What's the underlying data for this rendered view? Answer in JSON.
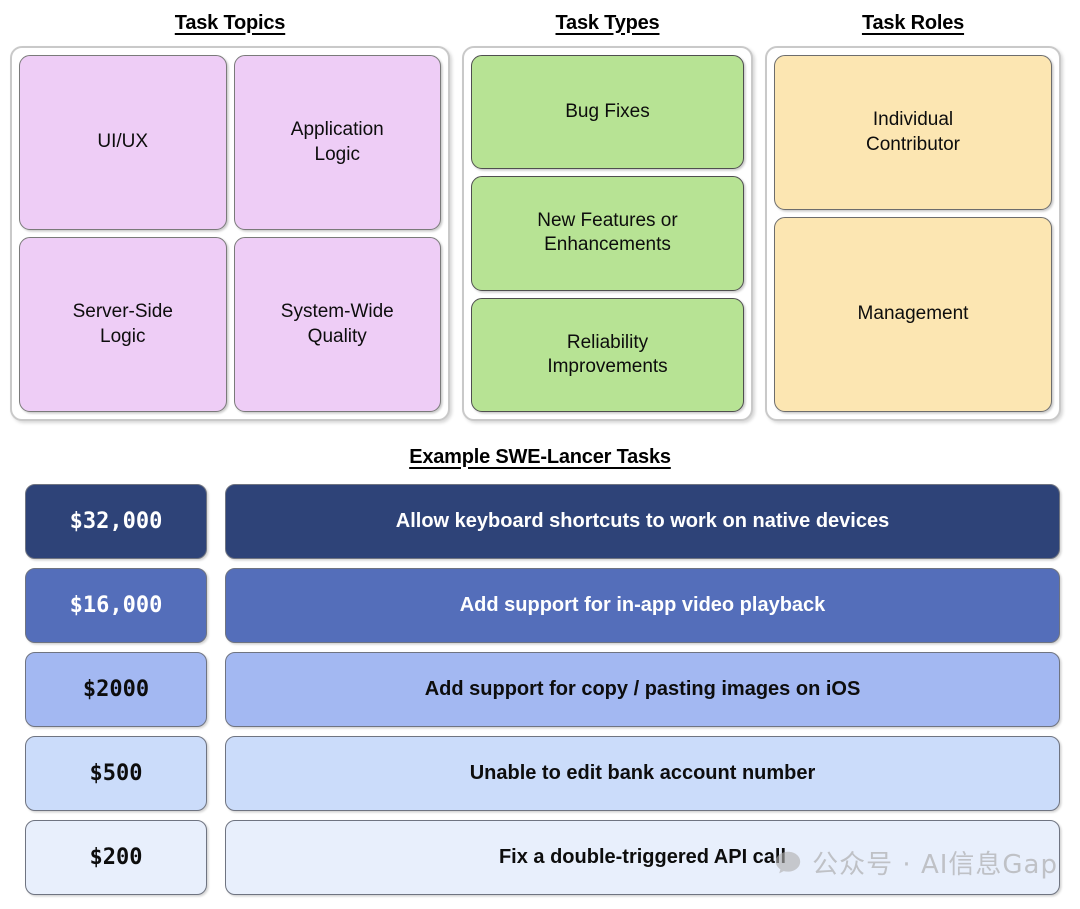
{
  "sections": {
    "topics": {
      "title": "Task Topics",
      "accent": "#eecdf6",
      "cards": [
        {
          "label": "UI/UX"
        },
        {
          "label": "Application\nLogic"
        },
        {
          "label": "Server-Side\nLogic"
        },
        {
          "label": "System-Wide\nQuality"
        }
      ]
    },
    "types": {
      "title": "Task Types",
      "accent": "#b7e394",
      "cards": [
        {
          "label": "Bug Fixes"
        },
        {
          "label": "New Features or\nEnhancements"
        },
        {
          "label": "Reliability\nImprovements"
        }
      ]
    },
    "roles": {
      "title": "Task Roles",
      "accent": "#fce6b2",
      "cards": [
        {
          "label": "Individual\nContributor"
        },
        {
          "label": "Management"
        }
      ]
    }
  },
  "examples": {
    "title": "Example SWE-Lancer Tasks",
    "rows": [
      {
        "price": "$32,000",
        "task": "Allow keyboard shortcuts to work on native devices",
        "price_bg": "#2e4378",
        "price_fg": "#ffffff",
        "task_bg": "#2e4378",
        "task_fg": "#ffffff"
      },
      {
        "price": "$16,000",
        "task": "Add support for in-app video playback",
        "price_bg": "#546eba",
        "price_fg": "#ffffff",
        "task_bg": "#546eba",
        "task_fg": "#ffffff"
      },
      {
        "price": "$2000",
        "task": "Add support for copy / pasting images on iOS",
        "price_bg": "#a3b8f2",
        "price_fg": "#0d0d0d",
        "task_bg": "#a3b8f2",
        "task_fg": "#0d0d0d"
      },
      {
        "price": "$500",
        "task": "Unable to edit bank account number",
        "price_bg": "#cbdcfa",
        "price_fg": "#0d0d0d",
        "task_bg": "#cbdcfa",
        "task_fg": "#0d0d0d"
      },
      {
        "price": "$200",
        "task": "Fix a double-triggered API call",
        "price_bg": "#e8effc",
        "price_fg": "#0d0d0d",
        "task_bg": "#e8effc",
        "task_fg": "#0d0d0d"
      }
    ]
  },
  "watermark": {
    "icon": "speech-bubble-icon",
    "text": "公众号 · AI信息Gap",
    "color": "#a6a6a6"
  }
}
